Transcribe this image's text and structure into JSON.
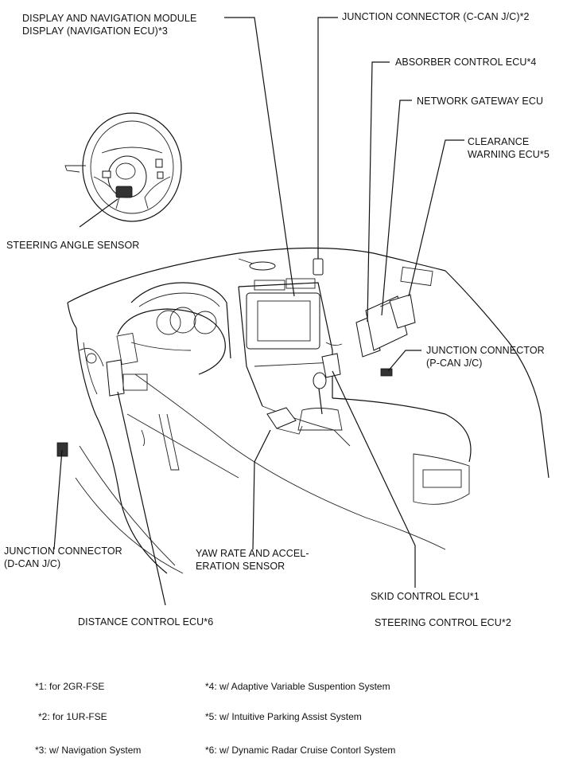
{
  "labels": {
    "display_nav_line1": "DISPLAY AND NAVIGATION MODULE",
    "display_nav_line2": "DISPLAY (NAVIGATION ECU)*3",
    "junction_ccan": "JUNCTION CONNECTOR (C-CAN J/C)*2",
    "absorber": "ABSORBER CONTROL ECU*4",
    "network_gateway": "NETWORK GATEWAY ECU",
    "clearance_line1": "CLEARANCE",
    "clearance_line2": "WARNING ECU*5",
    "steering_angle": "STEERING ANGLE SENSOR",
    "junction_pcan_line1": "JUNCTION CONNECTOR",
    "junction_pcan_line2": "(P-CAN J/C)",
    "junction_dcan_line1": "JUNCTION CONNECTOR",
    "junction_dcan_line2": "(D-CAN J/C)",
    "yaw_line1": "YAW RATE AND ACCEL-",
    "yaw_line2": "ERATION SENSOR",
    "skid": "SKID CONTROL ECU*1",
    "distance": "DISTANCE CONTROL ECU*6",
    "steering_control": "STEERING CONTROL ECU*2"
  },
  "notes": {
    "n1": "*1: for 2GR-FSE",
    "n2": "*2: for 1UR-FSE",
    "n3": "*3: w/ Navigation System",
    "n4": "*4: w/ Adaptive Variable Suspention System",
    "n5": "*5: w/ Intuitive Parking Assist System",
    "n6": "*6: w/ Dynamic Radar Cruise Contorl System"
  }
}
